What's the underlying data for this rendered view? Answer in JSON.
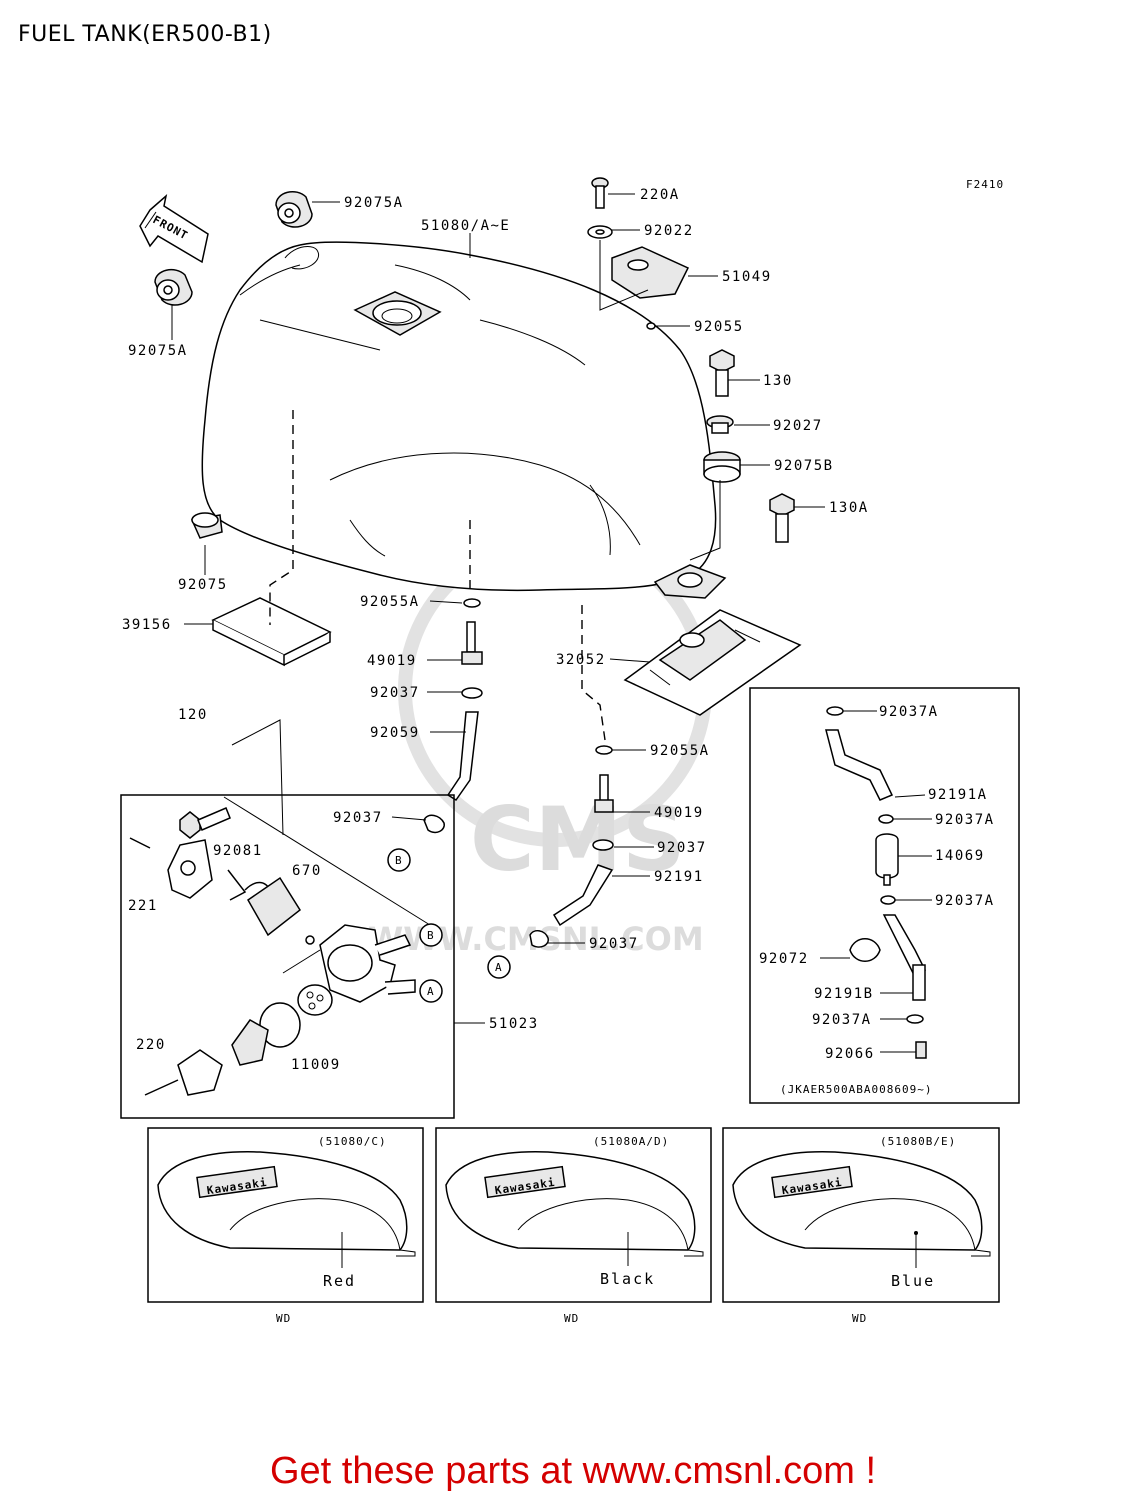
{
  "page_title": "FUEL TANK(ER500-B1)",
  "figure_code": "F2410",
  "front_label": "FRONT",
  "callouts": {
    "p92075A_top": "92075A",
    "p92075A_left": "92075A",
    "p51080": "51080/A~E",
    "p220A": "220A",
    "p92022": "92022",
    "p51049": "51049",
    "p92055": "92055",
    "p130": "130",
    "p92027": "92027",
    "p92075B": "92075B",
    "p130A": "130A",
    "p92075": "92075",
    "p39156": "39156",
    "p92055A_1": "92055A",
    "p49019_1": "49019",
    "p92037_1": "92037",
    "p92059": "92059",
    "p92037_2": "92037",
    "p32052": "32052",
    "p92055A_2": "92055A",
    "p49019_2": "49019",
    "p92037_3": "92037",
    "p92191": "92191",
    "p92037_4": "92037",
    "p120": "120",
    "p221": "221",
    "p92081": "92081",
    "p670": "670",
    "p51023": "51023",
    "p220": "220",
    "p11009": "11009",
    "p92037A_1": "92037A",
    "p92191A": "92191A",
    "p92037A_2": "92037A",
    "p14069": "14069",
    "p92037A_3": "92037A",
    "p92072": "92072",
    "p92191B": "92191B",
    "p92037A_4": "92037A",
    "p92066": "92066"
  },
  "markers": {
    "a": "A",
    "b": "B"
  },
  "serial_note": "(JKAER500ABA008609~)",
  "variants": [
    {
      "code": "(51080/C)",
      "color": "Red",
      "footnote": "WD"
    },
    {
      "code": "(51080A/D)",
      "color": "Black",
      "footnote": "WD"
    },
    {
      "code": "(51080B/E)",
      "color": "Blue",
      "footnote": "WD"
    }
  ],
  "decal_brand": "Kawasaki",
  "watermark": {
    "logo": "CMS",
    "url": "WWW.CMSNL.COM"
  },
  "footer": "Get these parts at www.cmsnl.com !",
  "colors": {
    "footer_text": "#d40000",
    "line": "#000000",
    "watermark": "#dcdcdc"
  }
}
